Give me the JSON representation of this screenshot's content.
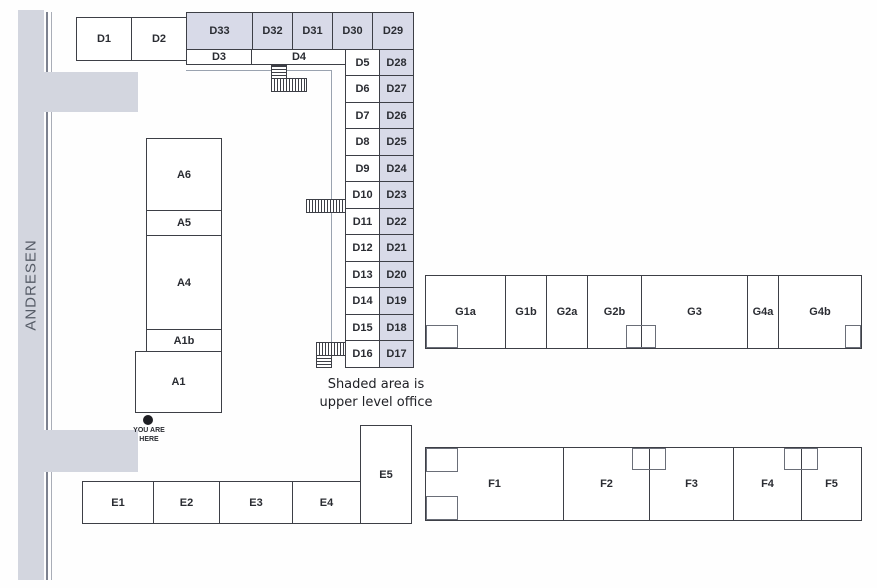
{
  "street": {
    "name": "ANDRESEN"
  },
  "you_are_here": {
    "label": "YOU ARE HERE"
  },
  "note": {
    "text": "Shaded area is upper level office"
  },
  "colors": {
    "shaded_office": "#d8dae8",
    "road": "#d3d6df",
    "outline": "#3d3f46"
  },
  "units": {
    "d1": "D1",
    "d2": "D2",
    "d33": "D33",
    "d32": "D32",
    "d31": "D31",
    "d30": "D30",
    "d29": "D29",
    "d3": "D3",
    "d4": "D4",
    "d5": "D5",
    "d6": "D6",
    "d7": "D7",
    "d8": "D8",
    "d9": "D9",
    "d10": "D10",
    "d11": "D11",
    "d12": "D12",
    "d13": "D13",
    "d14": "D14",
    "d15": "D15",
    "d16": "D16",
    "d28": "D28",
    "d27": "D27",
    "d26": "D26",
    "d25": "D25",
    "d24": "D24",
    "d23": "D23",
    "d22": "D22",
    "d21": "D21",
    "d20": "D20",
    "d19": "D19",
    "d18": "D18",
    "d17": "D17",
    "a6": "A6",
    "a5": "A5",
    "a4": "A4",
    "a1b": "A1b",
    "a1": "A1",
    "e1": "E1",
    "e2": "E2",
    "e3": "E3",
    "e4": "E4",
    "e5": "E5",
    "g1a": "G1a",
    "g1b": "G1b",
    "g2a": "G2a",
    "g2b": "G2b",
    "g3": "G3",
    "g4a": "G4a",
    "g4b": "G4b",
    "f1": "F1",
    "f2": "F2",
    "f3": "F3",
    "f4": "F4",
    "f5": "F5"
  }
}
